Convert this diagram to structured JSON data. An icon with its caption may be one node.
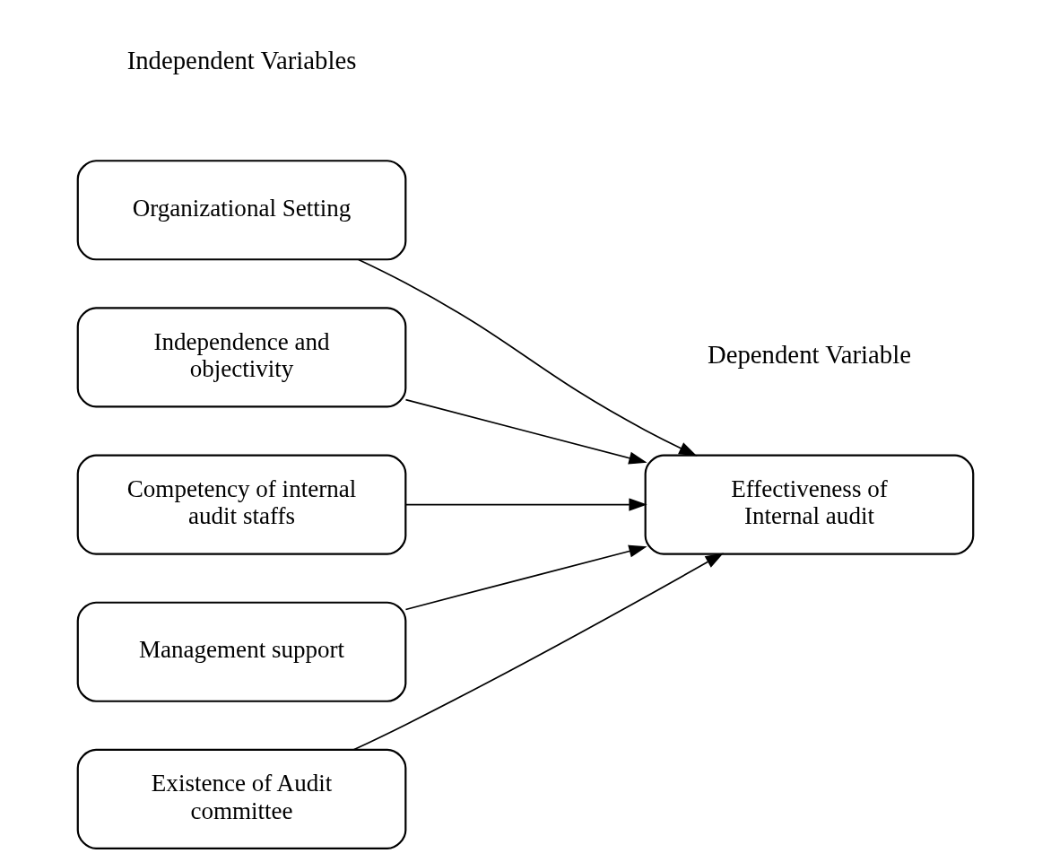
{
  "diagram": {
    "nodes": [
      {
        "text": [
          "Organizational Setting"
        ]
      },
      {
        "text": [
          "Independence and objectivity"
        ]
      },
      {
        "text": [
          "Competency of internal audit staffs"
        ]
      },
      {
        "text": [
          "Management support"
        ]
      },
      {
        "text": [
          "Existence of Audit committee"
        ]
      },
      {
        "text": [
          "Effectiveness of Internal audit"
        ]
      }
    ],
    "edges": [
      {
        "from": 0,
        "to": 5,
        "arrow": "to"
      },
      {
        "from": 1,
        "to": 5,
        "arrow": "to"
      },
      {
        "from": 2,
        "to": 5,
        "arrow": "to"
      },
      {
        "from": 3,
        "to": 5,
        "arrow": "to"
      },
      {
        "from": 4,
        "to": 5,
        "arrow": "to"
      }
    ],
    "labels": [
      "Independent Variables",
      "Dependent Variable"
    ]
  }
}
